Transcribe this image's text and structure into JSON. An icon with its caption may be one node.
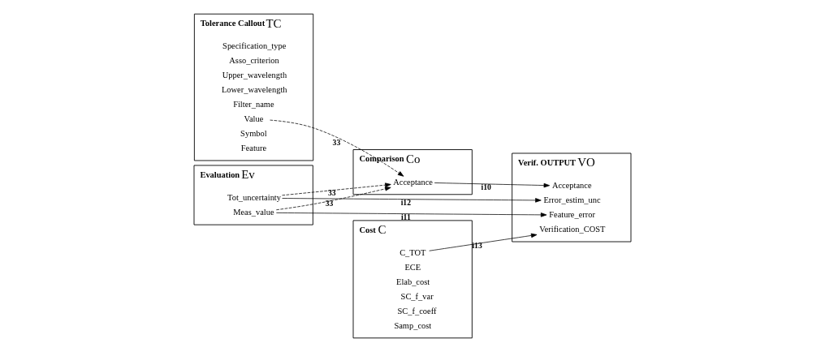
{
  "diagram": {
    "nodes": [
      {
        "text": [
          "Tolerance Callout",
          "TC"
        ]
      },
      {
        "text": [
          "Feature"
        ],
        "in": 0
      },
      {
        "text": [
          "Symbol"
        ],
        "in": 0
      },
      {
        "text": [
          "Value"
        ],
        "in": 0
      },
      {
        "text": [
          "Filter_name"
        ],
        "in": 0
      },
      {
        "text": [
          "Lower_wavelength"
        ],
        "in": 0
      },
      {
        "text": [
          "Upper_wavelength"
        ],
        "in": 0
      },
      {
        "text": [
          "Asso_criterion"
        ],
        "in": 0
      },
      {
        "text": [
          "Specification_type"
        ],
        "in": 0
      },
      {
        "text": [
          "Comparison",
          "Co"
        ]
      },
      {
        "text": [
          "Acceptance"
        ],
        "in": 9
      },
      {
        "text": [
          "Evaluation",
          "Ev"
        ]
      },
      {
        "text": [
          "Meas_value"
        ],
        "in": 11
      },
      {
        "text": [
          "Tot_uncertainty"
        ],
        "in": 11
      },
      {
        "text": [
          "Cost",
          "C"
        ]
      },
      {
        "text": [
          "Samp_cost"
        ],
        "in": 14
      },
      {
        "text": [
          "SC_f_coeff"
        ],
        "in": 14
      },
      {
        "text": [
          "SC_f_var"
        ],
        "in": 14
      },
      {
        "text": [
          "Elab_cost"
        ],
        "in": 14
      },
      {
        "text": [
          "ECE"
        ],
        "in": 14
      },
      {
        "text": [
          "C_TOT"
        ],
        "in": 14
      },
      {
        "text": [
          "Verif. OUTPUT",
          "VO"
        ]
      },
      {
        "text": [
          "Acceptance"
        ],
        "in": 21
      },
      {
        "text": [
          "Feature_error"
        ],
        "in": 21
      },
      {
        "text": [
          "Error_estim_unc"
        ],
        "in": 21
      },
      {
        "text": [
          "Verification_COST"
        ],
        "in": 21
      }
    ],
    "edges": [
      {
        "from": 3,
        "to": 10,
        "arrow": "to",
        "label": "33",
        "style": "dashed"
      },
      {
        "from": 12,
        "to": 10,
        "arrow": "to",
        "label": "33",
        "style": "dashed"
      },
      {
        "from": 13,
        "to": 10,
        "arrow": "to",
        "label": "33",
        "style": "dashed"
      },
      {
        "from": 10,
        "to": 22,
        "arrow": "to",
        "label": "i10"
      },
      {
        "from": 12,
        "to": 23,
        "arrow": "to",
        "label": "i11"
      },
      {
        "from": 13,
        "to": 24,
        "arrow": "to",
        "label": "i12"
      },
      {
        "from": 20,
        "to": 25,
        "arrow": "to",
        "label": "i13"
      }
    ]
  }
}
